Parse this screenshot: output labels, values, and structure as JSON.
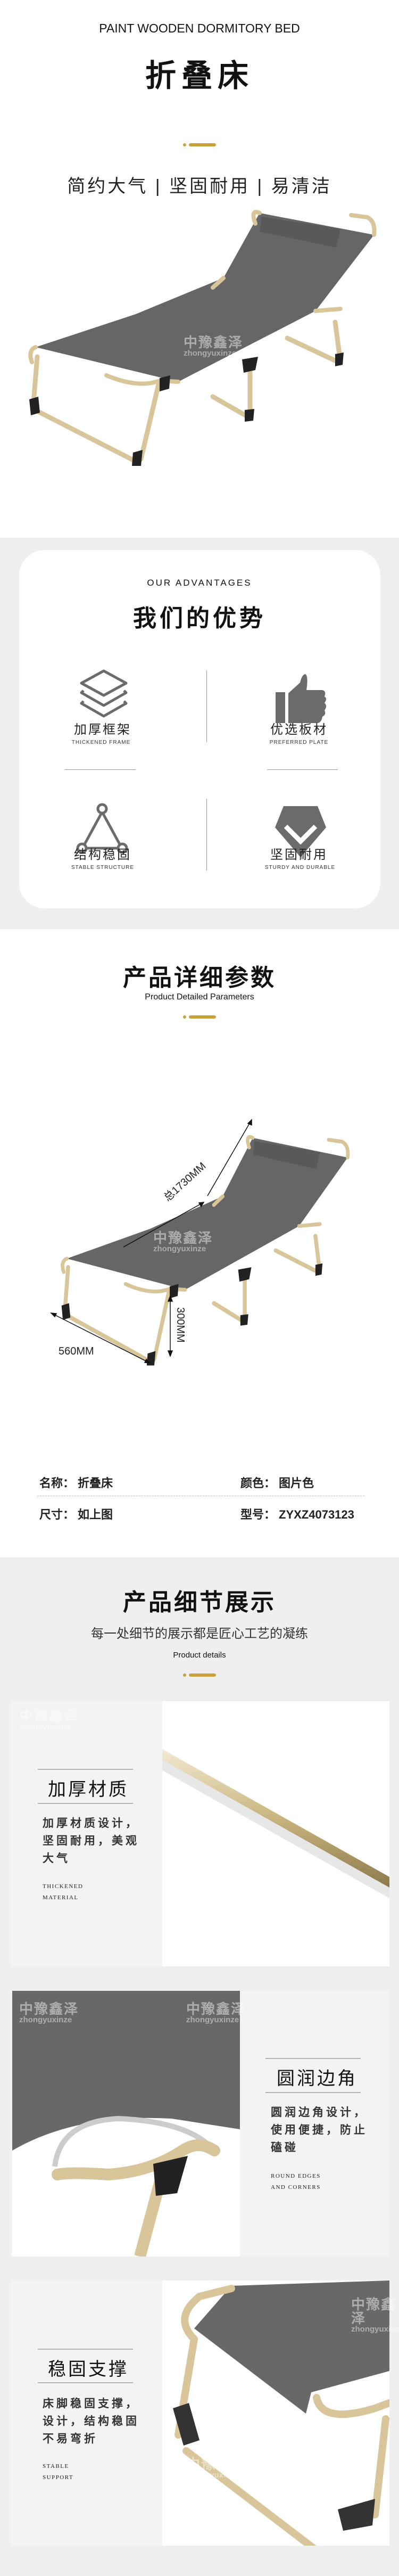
{
  "header": {
    "subtitle_en": "PAINT WOODEN DORMITORY BED",
    "title": "折叠床",
    "tagline": "简约大气 | 坚固耐用 | 易清洁"
  },
  "watermark": {
    "cn": "中豫鑫泽",
    "en": "zhongyuxinze"
  },
  "advantages": {
    "heading_en": "OUR ADVANTAGES",
    "heading": "我们的优势",
    "items": [
      {
        "icon": "layers-icon",
        "label": "加厚框架",
        "en": "THICKENED FRAME"
      },
      {
        "icon": "thumbs-up-icon",
        "label": "优选板材",
        "en": "PREFERRED PLATE"
      },
      {
        "icon": "triangle-structure-icon",
        "label": "结构稳固",
        "en": "STABLE STRUCTURE"
      },
      {
        "icon": "shield-check-icon",
        "label": "坚固耐用",
        "en": "STURDY AND DURABLE"
      }
    ]
  },
  "params": {
    "title": "产品详细参数",
    "subtitle_en": "Product Detailed Parameters",
    "dims": {
      "length": "总1730MM",
      "height": "300MM",
      "width": "560MM"
    },
    "specs": [
      {
        "label": "名称：",
        "value": "折叠床"
      },
      {
        "label": "颜色：",
        "value": "图片色"
      },
      {
        "label": "尺寸：",
        "value": "如上图"
      },
      {
        "label": "型号：",
        "value": "ZYXZ4073123"
      }
    ]
  },
  "details": {
    "title": "产品细节展示",
    "subtitle": "每一处细节的展示都是匠心工艺的凝练",
    "subtitle_en": "Product details",
    "blocks": [
      {
        "title": "加厚材质",
        "desc": [
          "加厚材质设计，",
          "坚固耐用，美观",
          "大气"
        ],
        "en": [
          "THICKENED",
          "MATERIAL"
        ]
      },
      {
        "title": "圆润边角",
        "desc": [
          "圆润边角设计，",
          "使用便捷，防止",
          "磕碰"
        ],
        "en": [
          "ROUND EDGES",
          "AND CORNERS"
        ]
      },
      {
        "title": "稳固支撑",
        "desc": [
          "床脚稳固支撑，",
          "设计，结构稳固",
          "不易弯折"
        ],
        "en": [
          "STABLE",
          "SUPPORT"
        ]
      }
    ]
  },
  "colors": {
    "accent": "#c9a13a",
    "fabric": "#666666",
    "frame": "#d9c79c",
    "background": "#efefef"
  }
}
